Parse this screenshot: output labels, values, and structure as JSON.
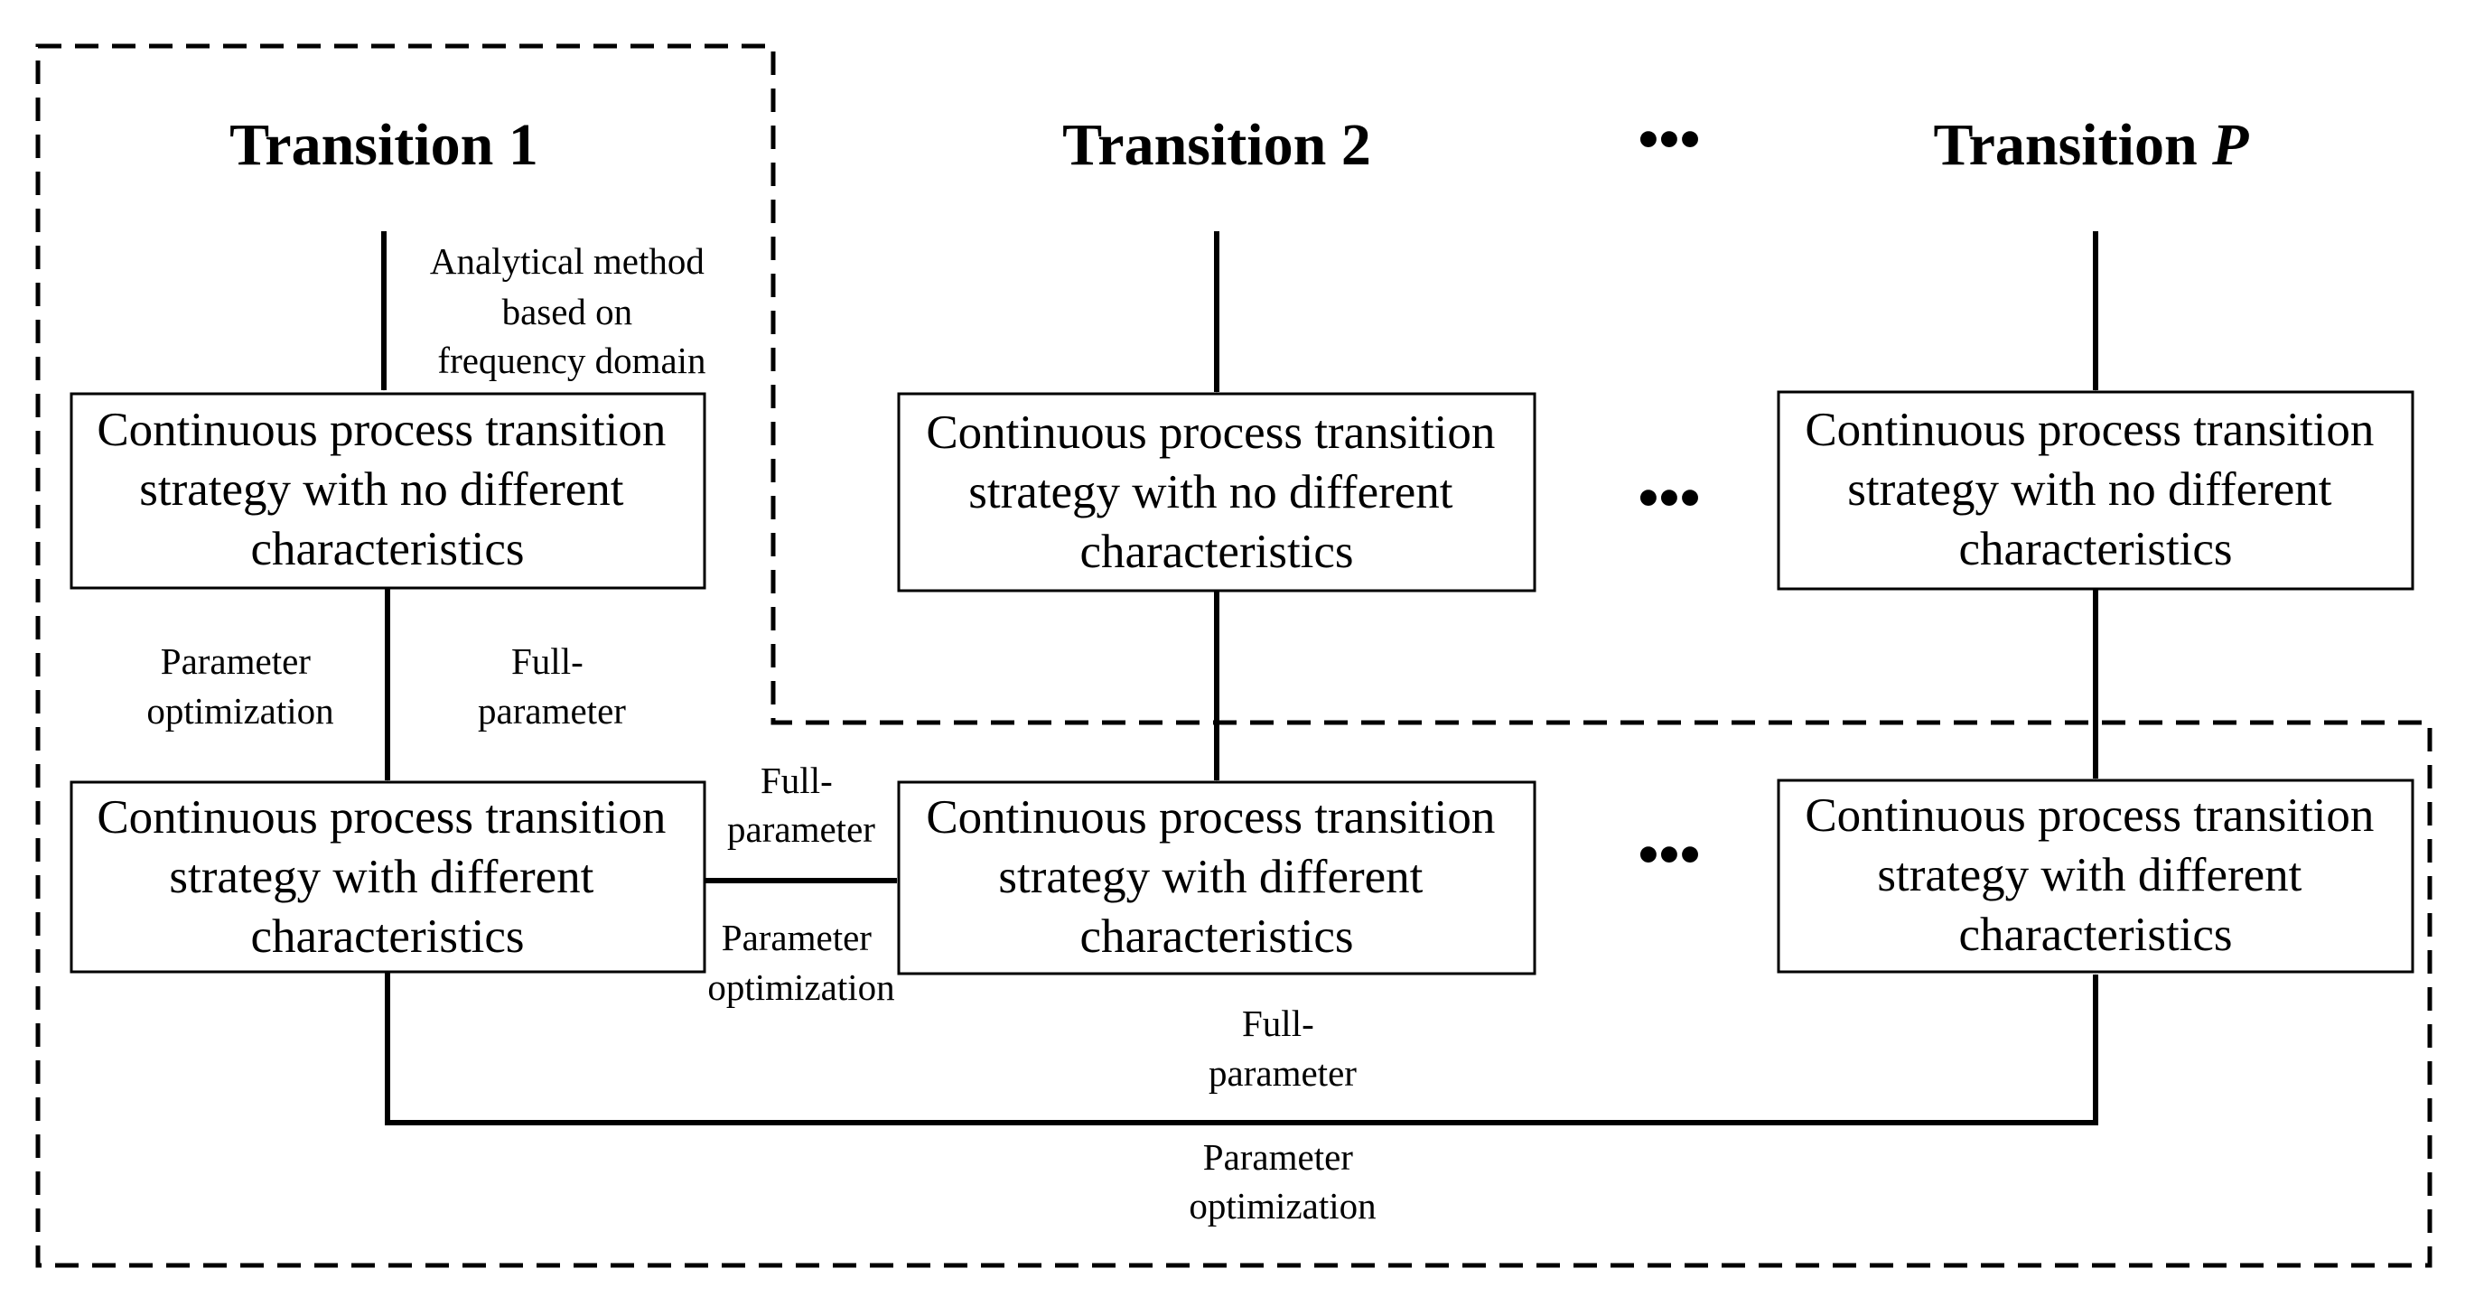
{
  "titles": {
    "t1": "Transition 1",
    "t2": "Transition 2",
    "tp_prefix": "Transition ",
    "tp_var": "P"
  },
  "ellipsis": "•••",
  "boxes": {
    "no_diff": [
      "Continuous process transition",
      "strategy with no different",
      "characteristics"
    ],
    "diff": [
      "Continuous process transition",
      "strategy with different",
      "characteristics"
    ]
  },
  "labels": {
    "analytical": [
      "Analytical method",
      "based on",
      "frequency domain"
    ],
    "param_opt": [
      "Parameter",
      "optimization"
    ],
    "full_param": [
      "Full-",
      "parameter"
    ]
  },
  "colors": {
    "line": "#000000",
    "background": "#ffffff"
  }
}
